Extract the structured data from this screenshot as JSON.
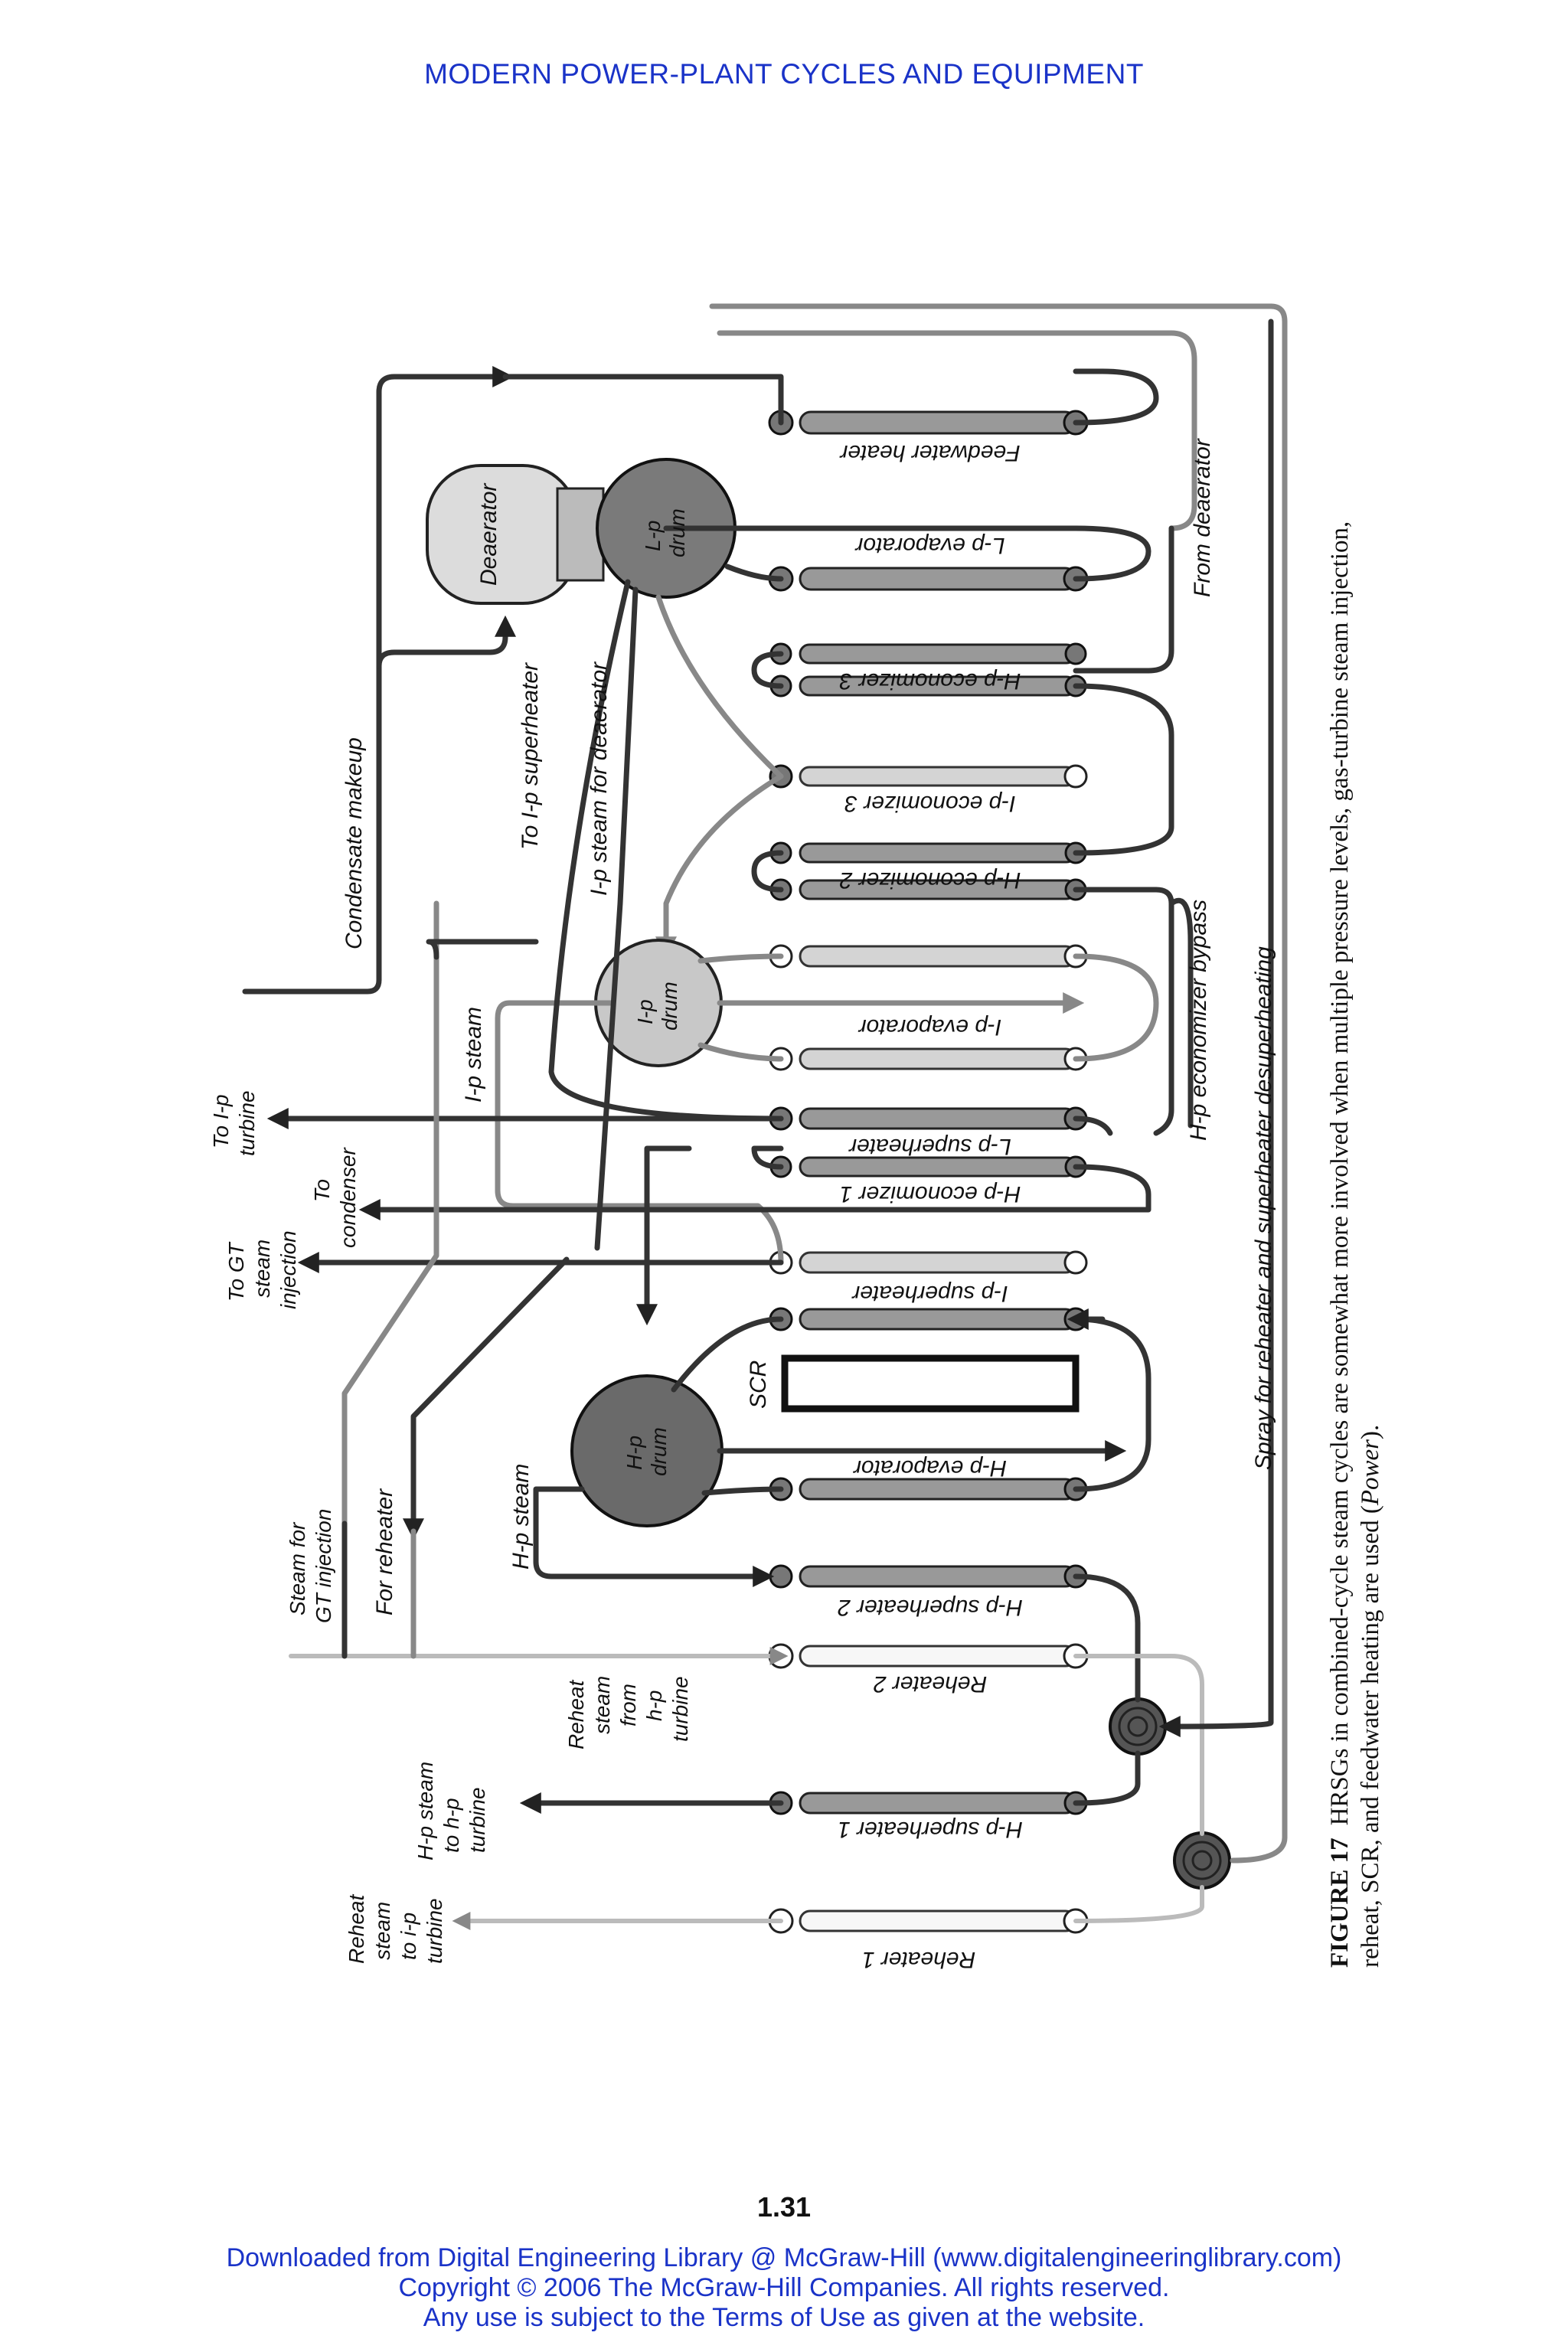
{
  "page": {
    "header": "MODERN POWER-PLANT CYCLES AND EQUIPMENT",
    "page_number": "1.31",
    "footer_lines": [
      "Downloaded from Digital Engineering Library @ McGraw-Hill (www.digitalengineeringlibrary.com)",
      "Copyright © 2006 The McGraw-Hill Companies. All rights reserved.",
      "Any use is subject to the Terms of Use as given at the website."
    ],
    "accent_color": "#1a33c8"
  },
  "figure": {
    "caption_label": "FIGURE 17",
    "caption_line1": "HRSGs in combined-cycle steam cycles are somewhat more involved when multiple pressure levels, gas-turbine steam injection,",
    "caption_line2_a": "reheat, SCR, and feedwater heating are used (",
    "caption_line2_b": "Power",
    "caption_line2_c": ").",
    "components": {
      "feedwater_heater": "Feedwater heater",
      "lp_evaporator": "L-p evaporator",
      "hp_economizer_3": "H-p economizer 3",
      "ip_economizer_3": "I-p economizer 3",
      "hp_economizer_2": "H-p economizer 2",
      "ip_evaporator": "I-p evaporator",
      "lp_superheater": "L-p superheater",
      "hp_economizer_1": "H-p economizer 1",
      "ip_superheater": "I-p superheater",
      "hp_evaporator": "H-p evaporator",
      "hp_superheater_2": "H-p superheater 2",
      "reheater_2": "Reheater 2",
      "hp_superheater_1": "H-p superheater 1",
      "reheater_1": "Reheater 1",
      "scr": "SCR",
      "deaerator": "Deaerator",
      "lp_drum": [
        "L-p",
        "drum"
      ],
      "ip_drum": [
        "I-p",
        "drum"
      ],
      "hp_drum": [
        "H-p",
        "drum"
      ]
    },
    "flow_labels": {
      "condensate_makeup": "Condensate makeup",
      "to_ip_superheater": "To I-p superheater",
      "ip_steam_for_deaerator": "I-p steam for deaerator",
      "from_deaerator": "From deaerator",
      "hp_economizer_bypass": "H-p economizer bypass",
      "spray": "Spray for reheater and superheater desuperheating",
      "ip_steam": "I-p steam",
      "hp_steam": "H-p steam",
      "to_ip_turbine": [
        "To I-p",
        "turbine"
      ],
      "to_condenser": [
        "To",
        "condenser"
      ],
      "to_gt_steam_injection": [
        "To GT",
        "steam",
        "injection"
      ],
      "steam_for_gt_injection": [
        "Steam for",
        "GT injection"
      ],
      "for_reheater": "For reheater",
      "reheat_steam_from_hp_turbine": [
        "Reheat",
        "steam",
        "from",
        "h-p",
        "turbine"
      ],
      "hp_steam_to_hp_turbine": [
        "H-p steam",
        "to h-p",
        "turbine"
      ],
      "reheat_steam_to_ip_turbine": [
        "Reheat",
        "steam",
        "to i-p",
        "turbine"
      ]
    }
  }
}
